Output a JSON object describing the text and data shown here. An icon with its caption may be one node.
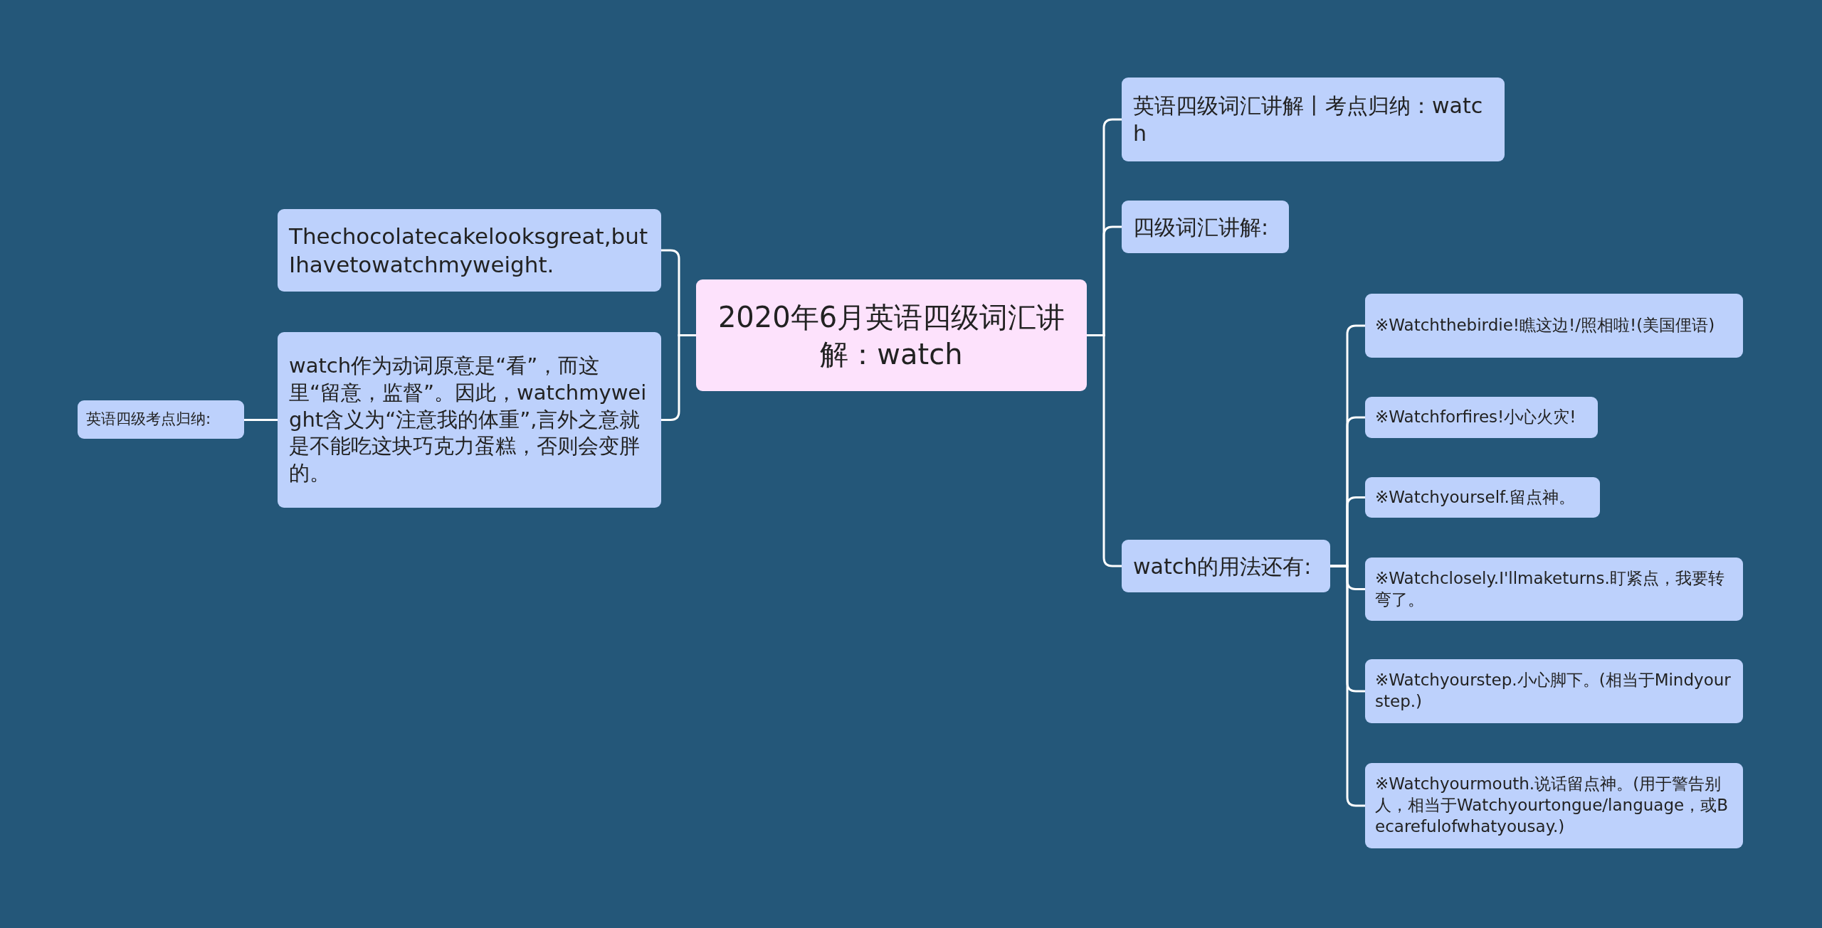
{
  "diagram": {
    "nodes": [
      {
        "text": [
          "2020年6月英语四级词汇讲解：watch"
        ]
      },
      {
        "text": [
          "Thechocolatecakelooksgreat,butIhavetowatchmyweight."
        ]
      },
      {
        "text": [
          "watch作为动词原意是“看”，而这里“留意，监督”。因此，watchmyweight含义为“注意我的体重”,言外之意就是不能吃这块巧克力蛋糕，否则会变胖的。"
        ]
      },
      {
        "text": [
          "英语四级考点归纳:"
        ]
      },
      {
        "text": [
          "英语四级词汇讲解丨考点归纳：watch"
        ]
      },
      {
        "text": [
          "四级词汇讲解:"
        ]
      },
      {
        "text": [
          "watch的用法还有:"
        ]
      },
      {
        "text": [
          "※Watchthebirdie!瞧这边!/照相啦!(美国俚语)"
        ]
      },
      {
        "text": [
          "※Watchforfires!小心火灾!"
        ]
      },
      {
        "text": [
          "※Watchyourself.留点神。"
        ]
      },
      {
        "text": [
          "※Watchclosely.I'llmaketurns.盯紧点，我要转弯了。"
        ]
      },
      {
        "text": [
          "※Watchyourstep.小心脚下。(相当于Mindyourstep.)"
        ]
      },
      {
        "text": [
          "※Watchyourmouth.说话留点神。(用于警告别人，相当于Watchyourtongue/language，或Becarefulofwhatyousay.)"
        ]
      }
    ],
    "edges": [
      {
        "from": 0,
        "to": 1,
        "arrow": "none"
      },
      {
        "from": 0,
        "to": 2,
        "arrow": "none"
      },
      {
        "from": 2,
        "to": 3,
        "arrow": "none"
      },
      {
        "from": 0,
        "to": 4,
        "arrow": "none"
      },
      {
        "from": 0,
        "to": 5,
        "arrow": "none"
      },
      {
        "from": 0,
        "to": 6,
        "arrow": "none"
      },
      {
        "from": 6,
        "to": 7,
        "arrow": "none"
      },
      {
        "from": 6,
        "to": 8,
        "arrow": "none"
      },
      {
        "from": 6,
        "to": 9,
        "arrow": "none"
      },
      {
        "from": 6,
        "to": 10,
        "arrow": "none"
      },
      {
        "from": 6,
        "to": 11,
        "arrow": "none"
      },
      {
        "from": 6,
        "to": 12,
        "arrow": "none"
      }
    ]
  }
}
